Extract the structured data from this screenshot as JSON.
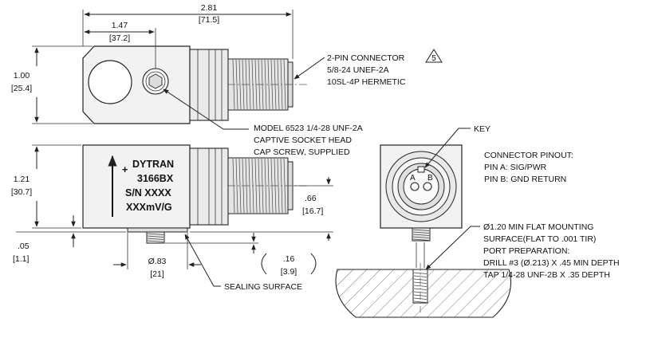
{
  "dimensions": {
    "length_overall": {
      "in": "2.81",
      "mm": "[71.5]"
    },
    "length_to_bolt": {
      "in": "1.47",
      "mm": "[37.2]"
    },
    "height_top_view": {
      "in": "1.00",
      "mm": "[25.4]"
    },
    "height_side_view": {
      "in": "1.21",
      "mm": "[30.7]"
    },
    "connector_height": {
      "in": ".66",
      "mm": "[16.7]"
    },
    "base_offset": {
      "in": ".05",
      "mm": "[1.1]"
    },
    "base_diameter": {
      "in": "Ø.83",
      "mm": "[21]"
    },
    "stud_length": {
      "in": ".16",
      "mm": "[3.9]"
    }
  },
  "callouts": {
    "connector": [
      "2-PIN CONNECTOR",
      "5/8-24 UNEF-2A",
      "10SL-4P HERMETIC"
    ],
    "note_number": "5",
    "screw": [
      "MODEL 6523 1/4-28 UNF-2A",
      "CAPTIVE SOCKET HEAD",
      "CAP SCREW, SUPPLIED"
    ],
    "sealing": "SEALING SURFACE",
    "key": "KEY",
    "pinout": [
      "CONNECTOR PINOUT:",
      "PIN A: SIG/PWR",
      "PIN B: GND RETURN"
    ],
    "mounting": [
      "Ø1.20 MIN FLAT MOUNTING",
      "SURFACE(FLAT TO .001 TIR)",
      "PORT PREPARATION:",
      "DRILL #3 (Ø.213) X .45 MIN DEPTH",
      "TAP 1/4-28 UNF-2B X .35 DEPTH"
    ]
  },
  "label_plate": {
    "plus": "+",
    "lines": [
      "DYTRAN",
      "3166BX",
      "S/N XXXX",
      "XXXmV/G"
    ]
  },
  "pin_letters": [
    "A",
    "B"
  ]
}
